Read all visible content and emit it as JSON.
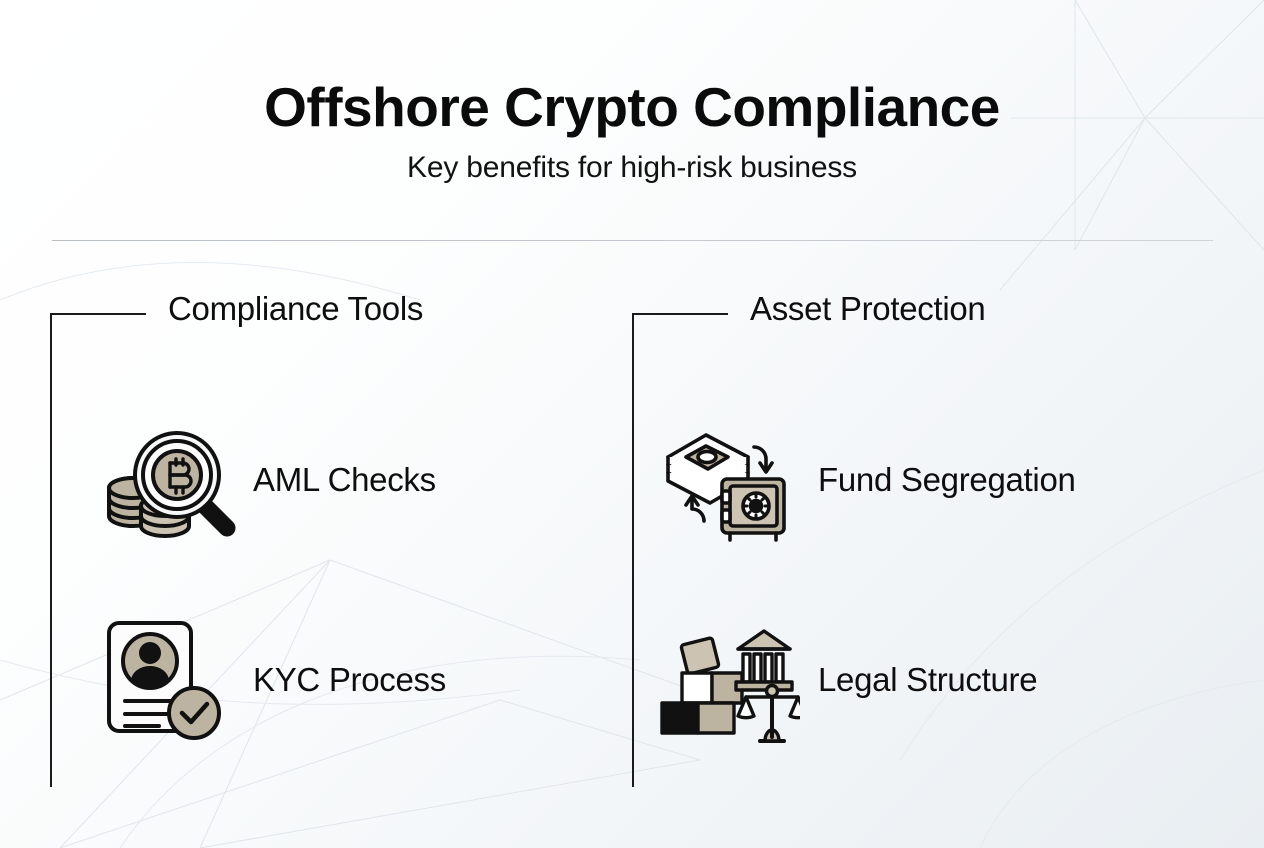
{
  "header": {
    "title": "Offshore Crypto Compliance",
    "subtitle": "Key benefits for high-risk business"
  },
  "colors": {
    "ink": "#111111",
    "taupe": "#BDB3A1",
    "taupe_light": "#CCC3B2",
    "taupe_dark": "#A59B88",
    "background_start": "#FFFFFF",
    "background_end": "#E9EEF2",
    "divider": "#C3C9CE"
  },
  "columns": [
    {
      "heading": "Compliance Tools",
      "items": [
        {
          "label": "AML Checks",
          "icon": "magnifier-bitcoin-coins-icon"
        },
        {
          "label": "KYC Process",
          "icon": "id-card-verified-icon"
        }
      ]
    },
    {
      "heading": "Asset Protection",
      "items": [
        {
          "label": "Fund Segregation",
          "icon": "cash-safe-cycle-icon"
        },
        {
          "label": "Legal Structure",
          "icon": "bank-blocks-scales-icon"
        }
      ]
    }
  ]
}
